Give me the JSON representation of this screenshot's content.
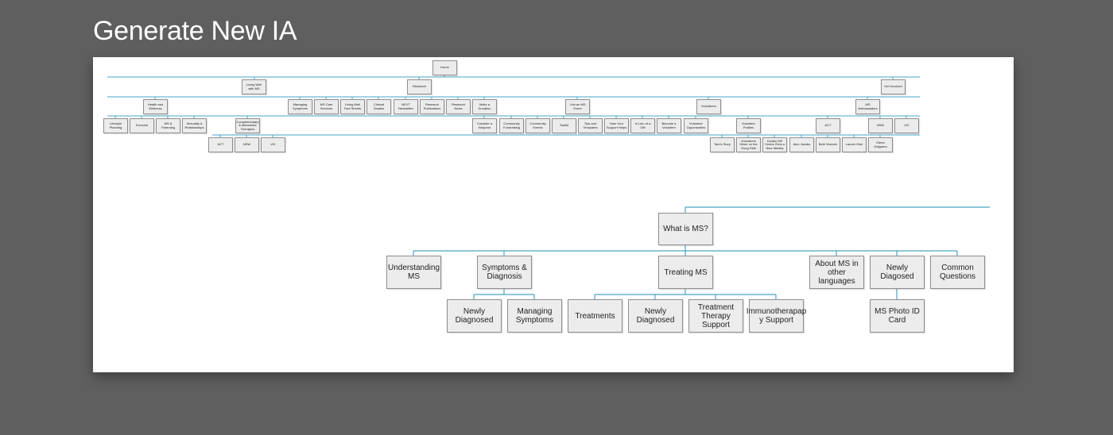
{
  "page": {
    "title": "Generate New IA"
  },
  "overview": {
    "home": "Home",
    "living_well": "Living Well with MS",
    "research": "Research",
    "get_involved": "Get Involved",
    "health_wellness": "Health and Wellness",
    "managing_symptoms": "Managing Symptoms",
    "ms_care_services": "MS Care Services",
    "living_well_fact_sheets": "Living Well Fact Sheets",
    "clinical_studies": "Clinical Studies",
    "next_newsletter": "NEXT Newsletter",
    "research_publications": "Research Publications",
    "research_news": "Research News",
    "make_donation": "Make a Donation",
    "join_event": "Join an MS Event",
    "volunteers": "Volunteers",
    "ms_ambassadors": "MS Ambassadors",
    "lifestyle_planning": "Lifestyle Planning",
    "exercise": "Exercise",
    "ms_parenting": "MS & Parenting",
    "sexuality": "Sexuality & Relationships",
    "complementary": "Complementary & Alternative Therapies",
    "act": "ACT",
    "nsw": "NSW",
    "vic": "VIC",
    "consider_bequest": "Consider a Bequest",
    "community_fundraising": "Community Fundraising",
    "community_events": "Community Events",
    "toolkit": "Toolkit",
    "tips_templates": "Tips and Templates",
    "how_support_helps": "How Your Support Helps",
    "in_lieu_gift": "In Lieu of a Gift",
    "become_volunteer": "Become a Volunteer",
    "volunteer_opportunities": "Volunteer Opportunities",
    "volunteer_profiles": "Volunteer Profiles",
    "tams_story": "Tam's Story",
    "volunteers_shine": "Volunteers Shine on the Gong Ride",
    "doubly_ms": "Doubly MS Centre Gets a New Identity",
    "alex_jacobs": "Alex Jacobs",
    "beth_wonder": "Beth Wonder",
    "lauren_kish": "Lauren Kish",
    "elena_galguera": "Elena Galguera"
  },
  "detail": {
    "what_is_ms": "What is MS?",
    "understanding": "Understanding MS",
    "symptoms_diagnosis": "Symptoms & Diagnosis",
    "treating_ms": "Treating MS",
    "about_ms_languages": "About MS in other languages",
    "newly_diagosed": "Newly Diagosed",
    "common_questions": "Common Questions",
    "newly_diagnosed_1": "Newly Diagnosed",
    "managing_symptoms": "Managing Symptoms",
    "treatments": "Treatments",
    "newly_diagnosed_2": "Newly Diagnosed",
    "treatment_support": "Treatment Therapy Support",
    "immunotherapy_support": "Immunotherapap y Support",
    "ms_photo_id": "MS Photo ID Card"
  },
  "colors": {
    "background": "#5f5f5f",
    "panel": "#ffffff",
    "connector": "#4aa3c8",
    "node_fill": "#ececec",
    "node_border": "#8e8e8e"
  }
}
